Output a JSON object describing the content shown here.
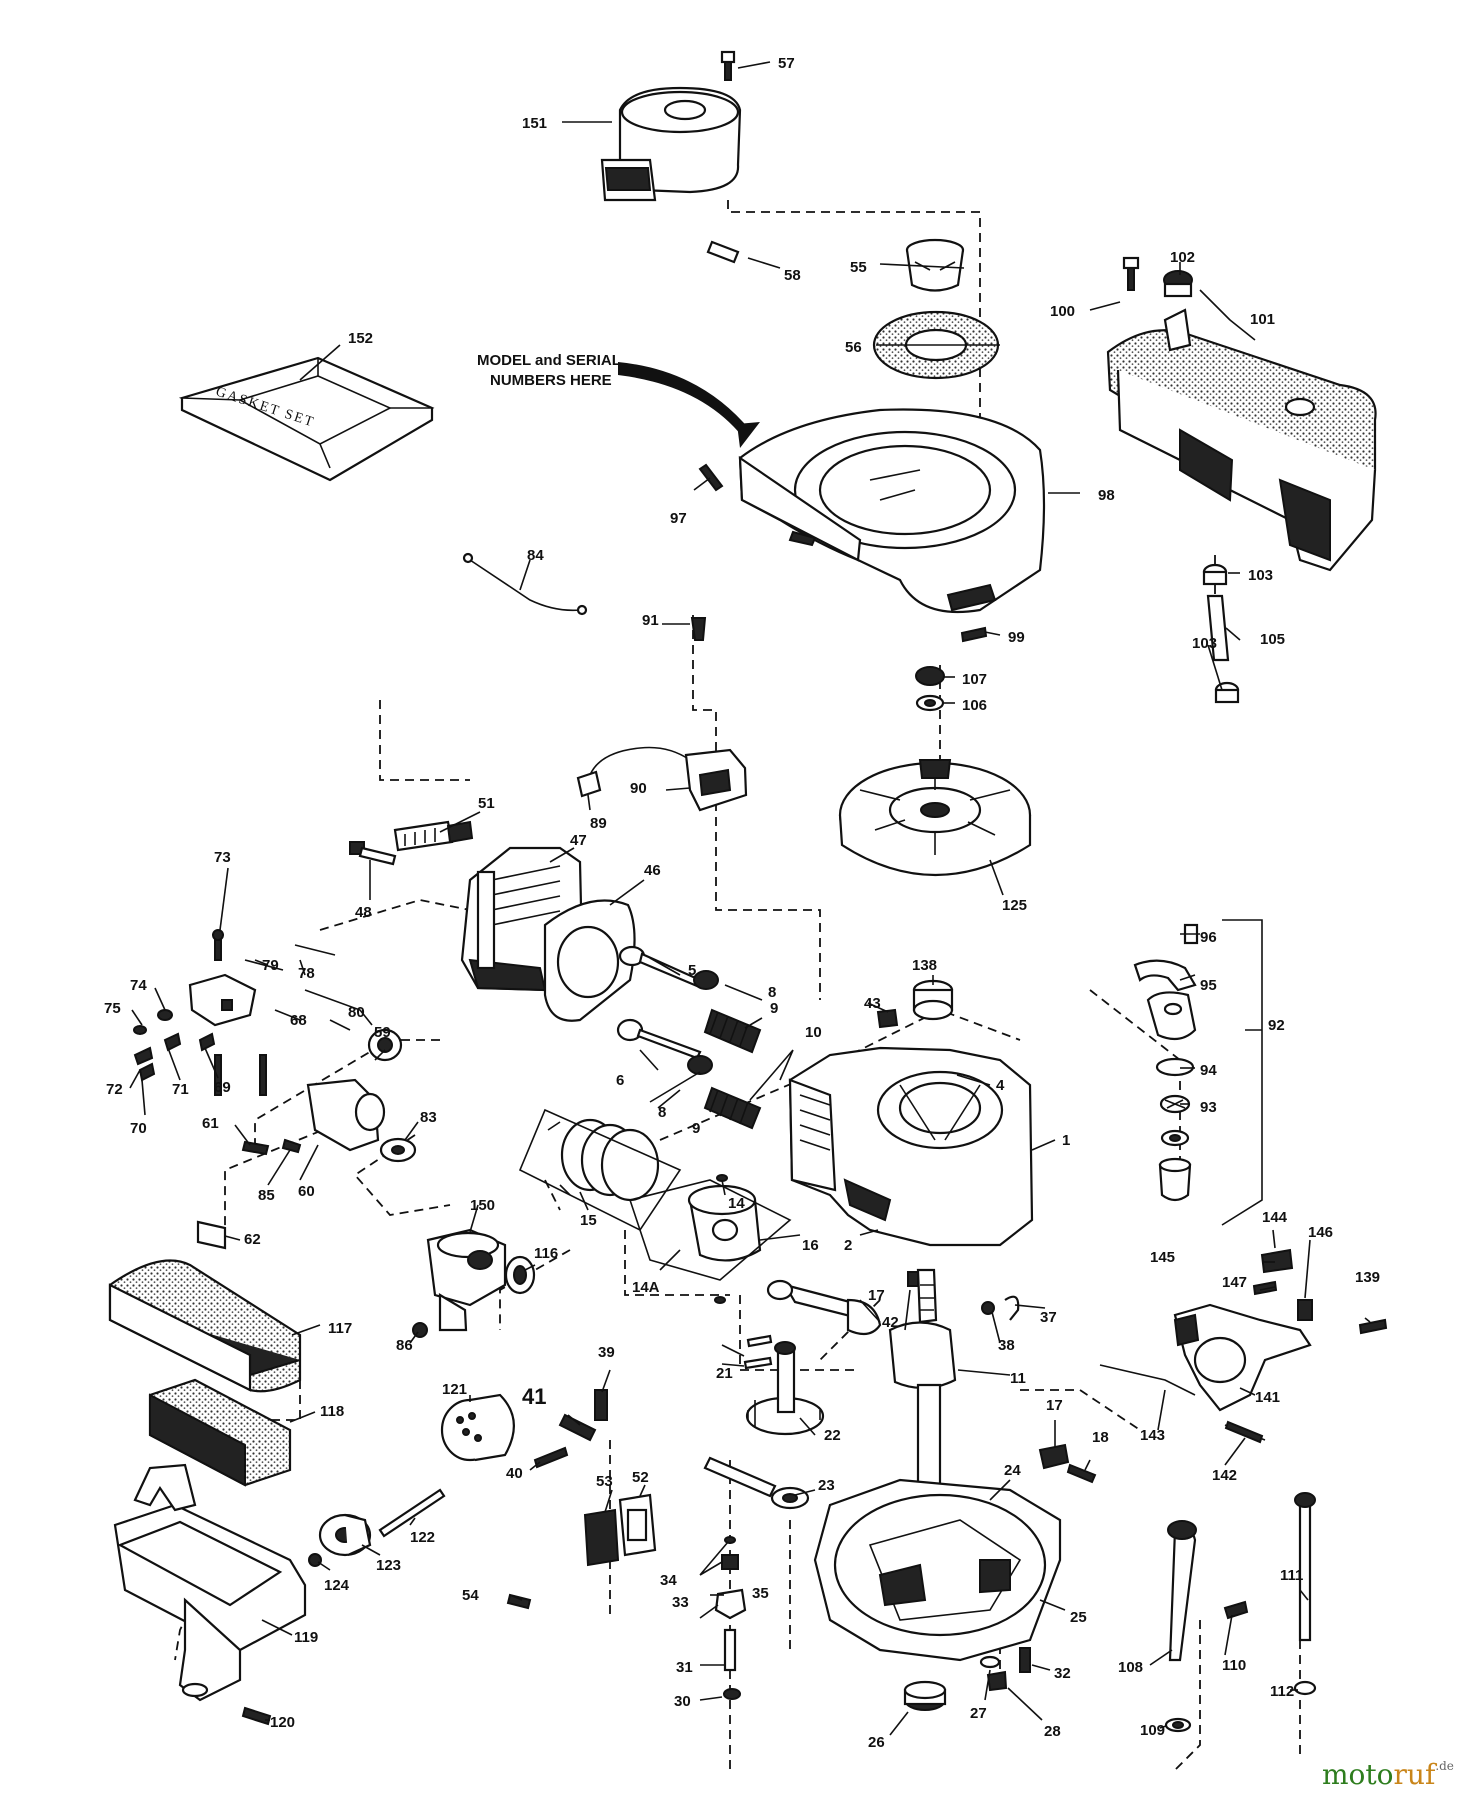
{
  "diagram": {
    "note_line1": "MODEL and SERIAL",
    "note_line2": "NUMBERS HERE",
    "gasket_set_text": "GASKET SET",
    "watermark": {
      "moto": "moto",
      "ruf": "ruf",
      "suffix": ".de"
    },
    "callouts": [
      {
        "id": "57",
        "text": "57"
      },
      {
        "id": "151",
        "text": "151"
      },
      {
        "id": "58",
        "text": "58"
      },
      {
        "id": "55",
        "text": "55"
      },
      {
        "id": "56",
        "text": "56"
      },
      {
        "id": "152",
        "text": "152"
      },
      {
        "id": "102",
        "text": "102"
      },
      {
        "id": "100",
        "text": "100"
      },
      {
        "id": "101",
        "text": "101"
      },
      {
        "id": "97",
        "text": "97"
      },
      {
        "id": "98",
        "text": "98"
      },
      {
        "id": "84",
        "text": "84"
      },
      {
        "id": "103a",
        "text": "103"
      },
      {
        "id": "103b",
        "text": "103"
      },
      {
        "id": "105",
        "text": "105"
      },
      {
        "id": "91",
        "text": "91"
      },
      {
        "id": "99",
        "text": "99"
      },
      {
        "id": "107",
        "text": "107"
      },
      {
        "id": "106",
        "text": "106"
      },
      {
        "id": "90",
        "text": "90"
      },
      {
        "id": "89",
        "text": "89"
      },
      {
        "id": "73",
        "text": "73"
      },
      {
        "id": "51",
        "text": "51"
      },
      {
        "id": "47",
        "text": "47"
      },
      {
        "id": "46",
        "text": "46"
      },
      {
        "id": "48",
        "text": "48"
      },
      {
        "id": "125",
        "text": "125"
      },
      {
        "id": "96",
        "text": "96"
      },
      {
        "id": "95",
        "text": "95"
      },
      {
        "id": "79",
        "text": "79"
      },
      {
        "id": "78",
        "text": "78"
      },
      {
        "id": "138",
        "text": "138"
      },
      {
        "id": "74",
        "text": "74"
      },
      {
        "id": "75",
        "text": "75"
      },
      {
        "id": "80",
        "text": "80"
      },
      {
        "id": "68",
        "text": "68"
      },
      {
        "id": "5",
        "text": "5"
      },
      {
        "id": "8a",
        "text": "8"
      },
      {
        "id": "9a",
        "text": "9"
      },
      {
        "id": "10",
        "text": "10"
      },
      {
        "id": "43",
        "text": "43"
      },
      {
        "id": "94",
        "text": "94"
      },
      {
        "id": "92",
        "text": "92"
      },
      {
        "id": "93",
        "text": "93"
      },
      {
        "id": "59",
        "text": "59"
      },
      {
        "id": "72",
        "text": "72"
      },
      {
        "id": "71",
        "text": "71"
      },
      {
        "id": "69",
        "text": "69"
      },
      {
        "id": "70",
        "text": "70"
      },
      {
        "id": "6",
        "text": "6"
      },
      {
        "id": "4",
        "text": "4"
      },
      {
        "id": "8b",
        "text": "8"
      },
      {
        "id": "9b",
        "text": "9"
      },
      {
        "id": "83",
        "text": "83"
      },
      {
        "id": "61",
        "text": "61"
      },
      {
        "id": "1",
        "text": "1"
      },
      {
        "id": "14",
        "text": "14"
      },
      {
        "id": "85",
        "text": "85"
      },
      {
        "id": "60",
        "text": "60"
      },
      {
        "id": "15",
        "text": "15"
      },
      {
        "id": "150",
        "text": "150"
      },
      {
        "id": "62",
        "text": "62"
      },
      {
        "id": "16",
        "text": "16"
      },
      {
        "id": "144",
        "text": "144"
      },
      {
        "id": "145",
        "text": "145"
      },
      {
        "id": "146",
        "text": "146"
      },
      {
        "id": "116",
        "text": "116"
      },
      {
        "id": "2",
        "text": "2"
      },
      {
        "id": "147",
        "text": "147"
      },
      {
        "id": "14A",
        "text": "14A"
      },
      {
        "id": "17a",
        "text": "17"
      },
      {
        "id": "139",
        "text": "139"
      },
      {
        "id": "37",
        "text": "37"
      },
      {
        "id": "42",
        "text": "42"
      },
      {
        "id": "117",
        "text": "117"
      },
      {
        "id": "86",
        "text": "86"
      },
      {
        "id": "38",
        "text": "38"
      },
      {
        "id": "39",
        "text": "39"
      },
      {
        "id": "141",
        "text": "141"
      },
      {
        "id": "21",
        "text": "21"
      },
      {
        "id": "11",
        "text": "11"
      },
      {
        "id": "41",
        "text": "41"
      },
      {
        "id": "121",
        "text": "121"
      },
      {
        "id": "118",
        "text": "118"
      },
      {
        "id": "17b",
        "text": "17"
      },
      {
        "id": "22",
        "text": "22"
      },
      {
        "id": "143",
        "text": "143"
      },
      {
        "id": "52",
        "text": "52"
      },
      {
        "id": "18",
        "text": "18"
      },
      {
        "id": "40",
        "text": "40"
      },
      {
        "id": "142",
        "text": "142"
      },
      {
        "id": "53",
        "text": "53"
      },
      {
        "id": "23",
        "text": "23"
      },
      {
        "id": "24",
        "text": "24"
      },
      {
        "id": "122",
        "text": "122"
      },
      {
        "id": "54",
        "text": "54"
      },
      {
        "id": "34",
        "text": "34"
      },
      {
        "id": "35",
        "text": "35"
      },
      {
        "id": "123",
        "text": "123"
      },
      {
        "id": "111",
        "text": "111"
      },
      {
        "id": "124",
        "text": "124"
      },
      {
        "id": "33",
        "text": "33"
      },
      {
        "id": "25",
        "text": "25"
      },
      {
        "id": "108",
        "text": "108"
      },
      {
        "id": "110",
        "text": "110"
      },
      {
        "id": "119",
        "text": "119"
      },
      {
        "id": "31",
        "text": "31"
      },
      {
        "id": "32",
        "text": "32"
      },
      {
        "id": "112",
        "text": "112"
      },
      {
        "id": "120",
        "text": "120"
      },
      {
        "id": "30",
        "text": "30"
      },
      {
        "id": "27",
        "text": "27"
      },
      {
        "id": "28",
        "text": "28"
      },
      {
        "id": "109",
        "text": "109"
      },
      {
        "id": "26",
        "text": "26"
      }
    ]
  }
}
